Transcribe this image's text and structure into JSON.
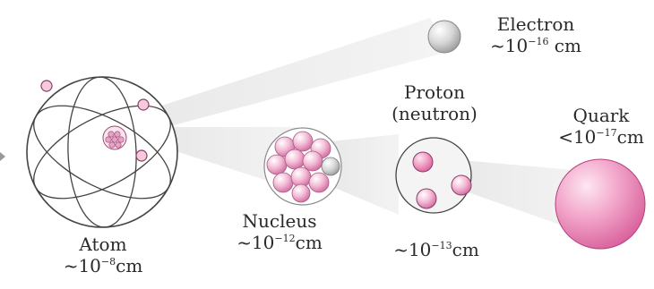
{
  "particles": [
    {
      "id": "atom",
      "name": "Atom",
      "size_prefix": "~10",
      "size_exp": "−8",
      "size_unit": "cm"
    },
    {
      "id": "nucleus",
      "name": "Nucleus",
      "size_prefix": "~10",
      "size_exp": "−12",
      "size_unit": "cm"
    },
    {
      "id": "proton",
      "name": "Proton",
      "name_alt": "(neutron)",
      "size_prefix": "~10",
      "size_exp": "−13",
      "size_unit": "cm"
    },
    {
      "id": "electron",
      "name": "Electron",
      "size_prefix": "~10",
      "size_exp": "−16",
      "size_unit": " cm"
    },
    {
      "id": "quark",
      "name": "Quark",
      "size_prefix": "<10",
      "size_exp": "−17",
      "size_unit": "cm"
    }
  ],
  "colors": {
    "pink": "#e98fbd",
    "pink_light": "#f7d3e4",
    "grey": "#cfcfcf",
    "outline": "#555555",
    "beam": "#ececec"
  }
}
